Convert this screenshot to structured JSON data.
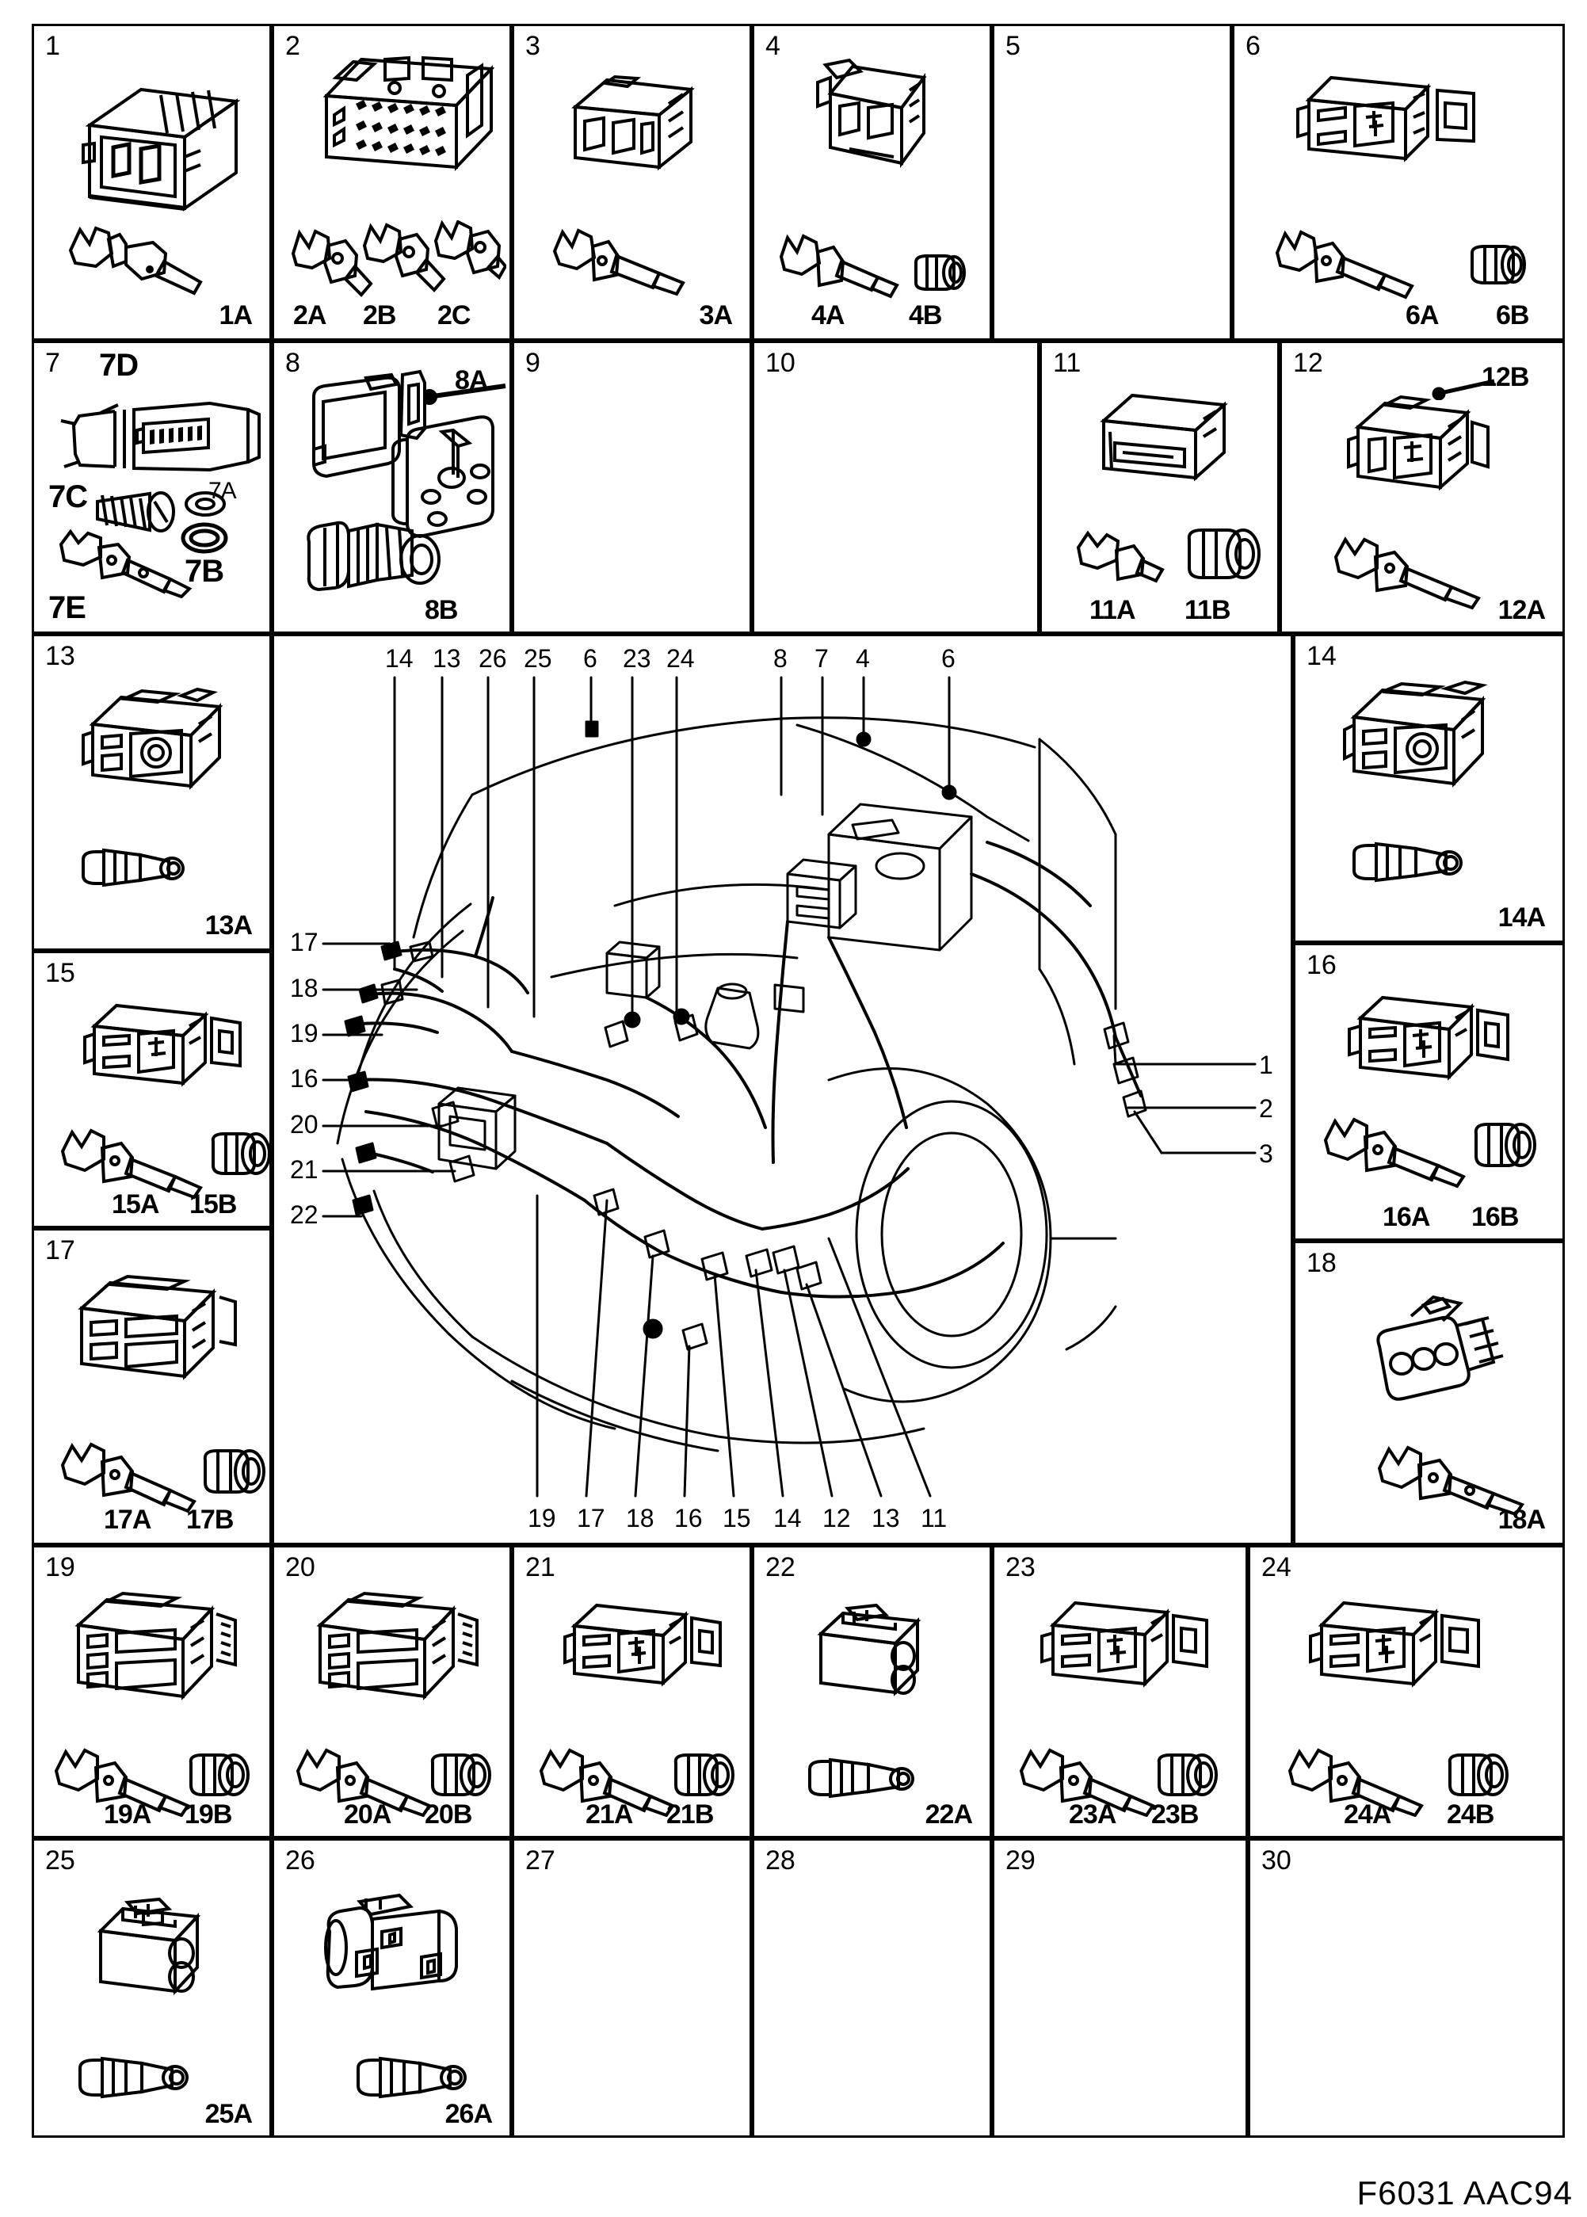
{
  "document": {
    "type": "parts-illustration",
    "footer_code": "F6031 AAC94",
    "subject": "Wiring harness connectors and terminals – engine bay"
  },
  "grid": {
    "columns": 6,
    "cells": [
      {
        "id": "1",
        "number": "1",
        "sub_labels": [
          "1A"
        ],
        "empty": false
      },
      {
        "id": "2",
        "number": "2",
        "sub_labels": [
          "2A",
          "2B",
          "2C"
        ],
        "empty": false
      },
      {
        "id": "3",
        "number": "3",
        "sub_labels": [
          "3A"
        ],
        "empty": false
      },
      {
        "id": "4",
        "number": "4",
        "sub_labels": [
          "4A",
          "4B"
        ],
        "empty": false
      },
      {
        "id": "5",
        "number": "5",
        "sub_labels": [],
        "empty": true
      },
      {
        "id": "6",
        "number": "6",
        "sub_labels": [
          "6A",
          "6B"
        ],
        "empty": false
      },
      {
        "id": "7",
        "number": "7",
        "sub_labels": [
          "7D",
          "7C",
          "7A",
          "7B",
          "7E"
        ],
        "empty": false
      },
      {
        "id": "8",
        "number": "8",
        "sub_labels": [
          "8A",
          "8B"
        ],
        "empty": false
      },
      {
        "id": "9",
        "number": "9",
        "sub_labels": [],
        "empty": true
      },
      {
        "id": "10",
        "number": "10",
        "sub_labels": [],
        "empty": true
      },
      {
        "id": "11",
        "number": "11",
        "sub_labels": [
          "11A",
          "11B"
        ],
        "empty": false
      },
      {
        "id": "12",
        "number": "12",
        "sub_labels": [
          "12B",
          "12A"
        ],
        "empty": false
      },
      {
        "id": "13",
        "number": "13",
        "sub_labels": [
          "13A"
        ],
        "empty": false
      },
      {
        "id": "14",
        "number": "14",
        "sub_labels": [
          "14A"
        ],
        "empty": false
      },
      {
        "id": "15",
        "number": "15",
        "sub_labels": [
          "15A",
          "15B"
        ],
        "empty": false
      },
      {
        "id": "16",
        "number": "16",
        "sub_labels": [
          "16A",
          "16B"
        ],
        "empty": false
      },
      {
        "id": "17",
        "number": "17",
        "sub_labels": [
          "17A",
          "17B"
        ],
        "empty": false
      },
      {
        "id": "18",
        "number": "18",
        "sub_labels": [
          "18A"
        ],
        "empty": false
      },
      {
        "id": "19",
        "number": "19",
        "sub_labels": [
          "19A",
          "19B"
        ],
        "empty": false
      },
      {
        "id": "20",
        "number": "20",
        "sub_labels": [
          "20A",
          "20B"
        ],
        "empty": false
      },
      {
        "id": "21",
        "number": "21",
        "sub_labels": [
          "21A",
          "21B"
        ],
        "empty": false
      },
      {
        "id": "22",
        "number": "22",
        "sub_labels": [
          "22A"
        ],
        "empty": false
      },
      {
        "id": "23",
        "number": "23",
        "sub_labels": [
          "23A",
          "23B"
        ],
        "empty": false
      },
      {
        "id": "24",
        "number": "24",
        "sub_labels": [
          "24A",
          "24B"
        ],
        "empty": false
      },
      {
        "id": "25",
        "number": "25",
        "sub_labels": [
          "25A"
        ],
        "empty": false
      },
      {
        "id": "26",
        "number": "26",
        "sub_labels": [
          "26A"
        ],
        "empty": false
      },
      {
        "id": "27",
        "number": "27",
        "sub_labels": [],
        "empty": true
      },
      {
        "id": "28",
        "number": "28",
        "sub_labels": [],
        "empty": true
      },
      {
        "id": "29",
        "number": "29",
        "sub_labels": [],
        "empty": true
      },
      {
        "id": "30",
        "number": "30",
        "sub_labels": [],
        "empty": true
      }
    ]
  },
  "cells": {
    "c1": {
      "number": "1",
      "a": "1A"
    },
    "c2": {
      "number": "2",
      "a": "2A",
      "b": "2B",
      "c": "2C"
    },
    "c3": {
      "number": "3",
      "a": "3A"
    },
    "c4": {
      "number": "4",
      "a": "4A",
      "b": "4B"
    },
    "c5": {
      "number": "5"
    },
    "c6": {
      "number": "6",
      "a": "6A",
      "b": "6B"
    },
    "c7": {
      "number": "7",
      "d": "7D",
      "c": "7C",
      "a": "7A",
      "b": "7B",
      "e": "7E"
    },
    "c8": {
      "number": "8",
      "a": "8A",
      "b": "8B"
    },
    "c9": {
      "number": "9"
    },
    "c10": {
      "number": "10"
    },
    "c11": {
      "number": "11",
      "a": "11A",
      "b": "11B"
    },
    "c12": {
      "number": "12",
      "b": "12B",
      "a": "12A"
    },
    "c13": {
      "number": "13",
      "a": "13A"
    },
    "c14": {
      "number": "14",
      "a": "14A"
    },
    "c15": {
      "number": "15",
      "a": "15A",
      "b": "15B"
    },
    "c16": {
      "number": "16",
      "a": "16A",
      "b": "16B"
    },
    "c17": {
      "number": "17",
      "a": "17A",
      "b": "17B"
    },
    "c18": {
      "number": "18",
      "a": "18A"
    },
    "c19": {
      "number": "19",
      "a": "19A",
      "b": "19B"
    },
    "c20": {
      "number": "20",
      "a": "20A",
      "b": "20B"
    },
    "c21": {
      "number": "21",
      "a": "21A",
      "b": "21B"
    },
    "c22": {
      "number": "22",
      "a": "22A"
    },
    "c23": {
      "number": "23",
      "a": "23A",
      "b": "23B"
    },
    "c24": {
      "number": "24",
      "a": "24A",
      "b": "24B"
    },
    "c25": {
      "number": "25",
      "a": "25A"
    },
    "c26": {
      "number": "26",
      "a": "26A"
    },
    "c27": {
      "number": "27"
    },
    "c28": {
      "number": "28"
    },
    "c29": {
      "number": "29"
    },
    "c30": {
      "number": "30"
    }
  },
  "center_diagram": {
    "description": "Engine bay wiring harness routing, front three-quarter view of car front end",
    "callouts_top_left_group": [
      "14",
      "13",
      "26",
      "25",
      "6",
      "23",
      "24"
    ],
    "callouts_top_right_group": [
      "8",
      "7",
      "4",
      "6"
    ],
    "callouts_left": [
      "17",
      "18",
      "19",
      "16",
      "20",
      "21",
      "22"
    ],
    "callouts_right": [
      "1",
      "2",
      "3"
    ],
    "callouts_bottom": [
      "19",
      "17",
      "18",
      "16",
      "15",
      "14",
      "12",
      "13",
      "11"
    ],
    "top": {
      "t1": "14",
      "t2": "13",
      "t3": "26",
      "t4": "25",
      "t5": "6",
      "t6": "23",
      "t7": "24",
      "t8": "8",
      "t9": "7",
      "t10": "4",
      "t11": "6"
    },
    "left": {
      "l1": "17",
      "l2": "18",
      "l3": "19",
      "l4": "16",
      "l5": "20",
      "l6": "21",
      "l7": "22"
    },
    "right": {
      "r1": "1",
      "r2": "2",
      "r3": "3"
    },
    "bottom": {
      "b1": "19",
      "b2": "17",
      "b3": "18",
      "b4": "16",
      "b5": "15",
      "b6": "14",
      "b7": "12",
      "b8": "13",
      "b9": "11"
    }
  },
  "colors": {
    "ink": "#000000",
    "paper": "#ffffff"
  }
}
